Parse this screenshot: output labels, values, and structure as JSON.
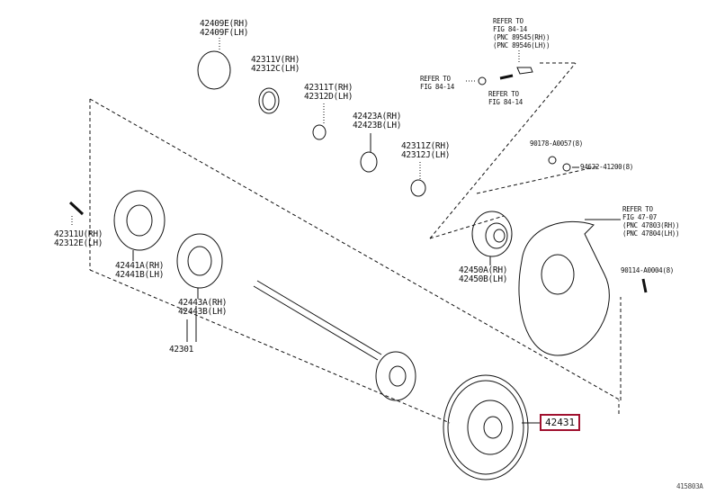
{
  "labels": {
    "p42409": [
      "42409E(RH)",
      "42409F(LH)"
    ],
    "p42311v": [
      "42311V(RH)",
      "42312C(LH)"
    ],
    "p42311t": [
      "42311T(RH)",
      "42312D(LH)"
    ],
    "p42423": [
      "42423A(RH)",
      "42423B(LH)"
    ],
    "p42311z": [
      "42311Z(RH)",
      "42312J(LH)"
    ],
    "p42311u": [
      "42311U(RH)",
      "42312E(LH)"
    ],
    "p42441": [
      "42441A(RH)",
      "42441B(LH)"
    ],
    "p42443": [
      "42443A(RH)",
      "42443B(LH)"
    ],
    "p42301": "42301",
    "p42450": [
      "42450A(RH)",
      "42450B(LH)"
    ],
    "p90178": "90178-A0057(8)",
    "p94622": "94622-41200(8)",
    "p90114": "90114-A0004(8)",
    "ref_top": [
      "REFER TO",
      "FIG 84-14",
      "(PNC 89545(RH))",
      "(PNC 89546(LH))"
    ],
    "ref_left": [
      "REFER TO",
      "FIG 84-14"
    ],
    "ref_mid": [
      "REFER TO",
      "FIG 84-14"
    ],
    "ref_shield": [
      "REFER TO",
      "FIG 47-07",
      "(PNC 47803(RH))",
      "(PNC 47804(LH))"
    ],
    "highlight": "42431",
    "diagram_code": "415803A"
  },
  "colors": {
    "highlight_border": "#a0112f"
  }
}
